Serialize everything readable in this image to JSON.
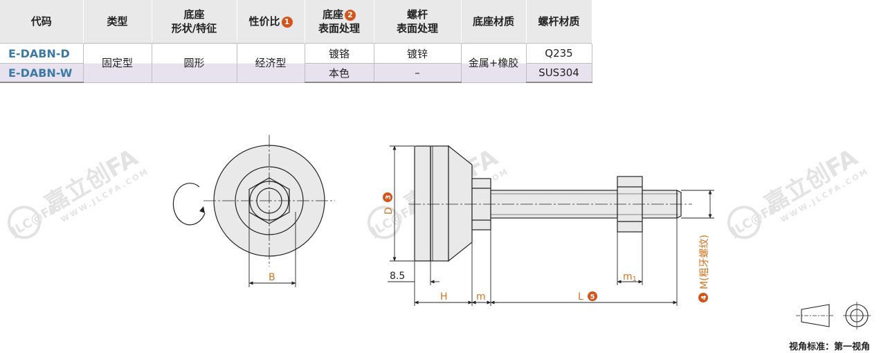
{
  "table": {
    "headers": [
      {
        "line1": "代码",
        "line2": ""
      },
      {
        "line1": "类型",
        "line2": ""
      },
      {
        "line1": "底座",
        "line2": "形状/特征"
      },
      {
        "line1": "性价比",
        "line2": "",
        "badge": "1"
      },
      {
        "line1": "底座",
        "line2": "表面处理",
        "badge": "2"
      },
      {
        "line1": "螺杆",
        "line2": "表面处理"
      },
      {
        "line1": "底座材质",
        "line2": ""
      },
      {
        "line1": "螺杆材质",
        "line2": ""
      }
    ],
    "rows": [
      {
        "code": "E-DABN-D",
        "base_surface": "镀铬",
        "screw_surface": "镀锌",
        "screw_material": "Q235"
      },
      {
        "code": "E-DABN-W",
        "base_surface": "本色",
        "screw_surface": "–",
        "screw_material": "SUS304"
      }
    ],
    "merged": {
      "type": "固定型",
      "shape": "圆形",
      "cost": "经济型",
      "base_material": "金属+橡胶"
    }
  },
  "dimensions": {
    "B": "B",
    "D": "D",
    "D_badge": "3",
    "pad": "8.5",
    "H": "H",
    "m": "m",
    "L": "L",
    "L_badge": "5",
    "m1": "m",
    "m1_sub": "1",
    "M": "M(粗牙螺纹)",
    "M_badge": "4"
  },
  "watermark": {
    "brand": "嘉立创FA",
    "logo": "JLC@FA",
    "site": "WWW.JLCFA.COM"
  },
  "footer": {
    "projection": "视角标准：第一视角"
  }
}
